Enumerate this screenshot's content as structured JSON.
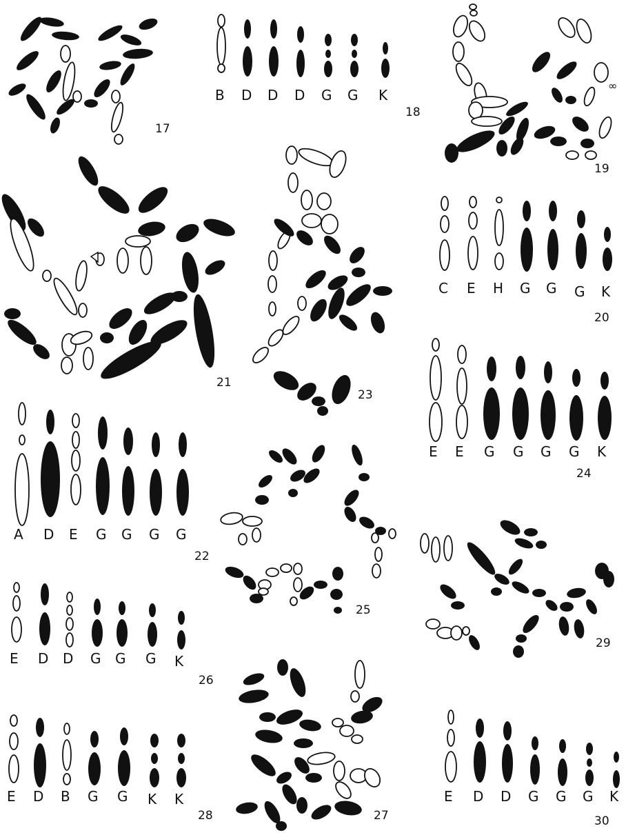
{
  "figures": [
    {
      "num": "17",
      "kind": "spread"
    },
    {
      "num": "18",
      "kind": "karyotype",
      "letters": [
        "B",
        "D",
        "D",
        "D",
        "G",
        "G",
        "K"
      ]
    },
    {
      "num": "19",
      "kind": "spread"
    },
    {
      "num": "20",
      "kind": "karyotype",
      "letters": [
        "C",
        "E",
        "H",
        "G",
        "G",
        "G",
        "K"
      ]
    },
    {
      "num": "21",
      "kind": "spread"
    },
    {
      "num": "22",
      "kind": "karyotype",
      "letters": [
        "A",
        "D",
        "E",
        "G",
        "G",
        "G",
        "G"
      ]
    },
    {
      "num": "23",
      "kind": "spread"
    },
    {
      "num": "24",
      "kind": "karyotype",
      "letters": [
        "E",
        "E",
        "G",
        "G",
        "G",
        "G",
        "K"
      ]
    },
    {
      "num": "25",
      "kind": "spread"
    },
    {
      "num": "26",
      "kind": "karyotype",
      "letters": [
        "E",
        "D",
        "D",
        "G",
        "G",
        "G",
        "K"
      ]
    },
    {
      "num": "27",
      "kind": "spread"
    },
    {
      "num": "28",
      "kind": "karyotype",
      "letters": [
        "E",
        "D",
        "B",
        "G",
        "G",
        "K",
        "K"
      ]
    },
    {
      "num": "29",
      "kind": "spread"
    },
    {
      "num": "30",
      "kind": "karyotype",
      "letters": [
        "E",
        "D",
        "D",
        "G",
        "G",
        "G",
        "K"
      ]
    }
  ],
  "colors": {
    "ink": "#111111",
    "paper": "#ffffff"
  }
}
